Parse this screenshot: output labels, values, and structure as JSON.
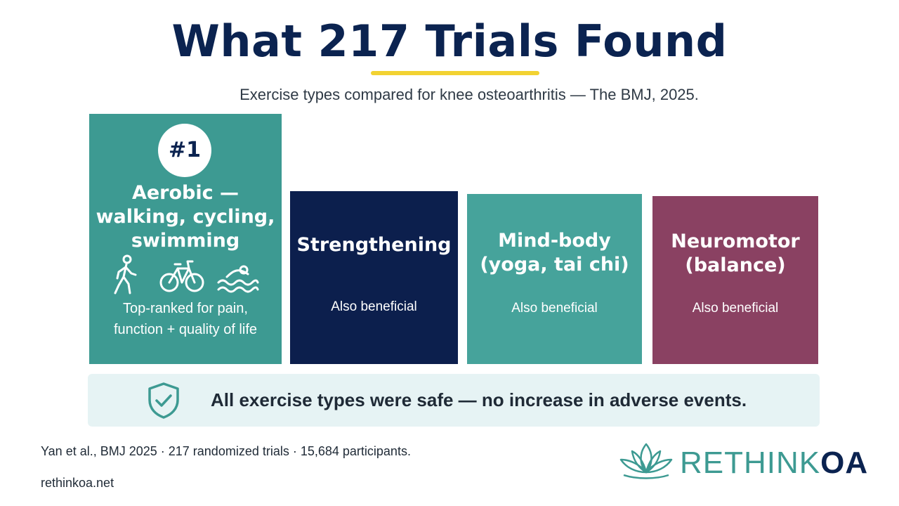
{
  "header": {
    "title": "What 217 Trials Found",
    "subtitle": "Exercise types compared for knee osteoarthritis — The BMJ, 2025."
  },
  "cards": [
    {
      "rank": "#1",
      "name": "Aerobic —\nwalking, cycling,\nswimming",
      "description": "Top-ranked for pain,\nfunction + quality of life",
      "icons": [
        "walking-icon",
        "bicycle-icon",
        "swimming-icon"
      ],
      "color": "#3d9a92"
    },
    {
      "name": "Strengthening",
      "description": "Also beneficial",
      "color": "#0c1f4d"
    },
    {
      "name": "Mind-body\n(yoga, tai chi)",
      "description": "Also beneficial",
      "color": "#46a39b"
    },
    {
      "name": "Neuromotor\n(balance)",
      "description": "Also beneficial",
      "color": "#8a4162"
    }
  ],
  "safety": {
    "icon": "shield-check-icon",
    "text": "All exercise types were safe — no increase in adverse events."
  },
  "footer": {
    "citation": "Yan et al., BMJ 2025 · 217 randomized trials · 15,684 participants.",
    "website": "rethinkoa.net",
    "brand_part1": "RETHINK",
    "brand_part2": "OA",
    "logo_icon": "lotus-icon"
  },
  "colors": {
    "title": "#0b2350",
    "accent_underline": "#f2d232",
    "teal": "#3d9a92",
    "navy": "#0c1f4d",
    "plum": "#8a4162",
    "banner": "#e6f3f4"
  }
}
